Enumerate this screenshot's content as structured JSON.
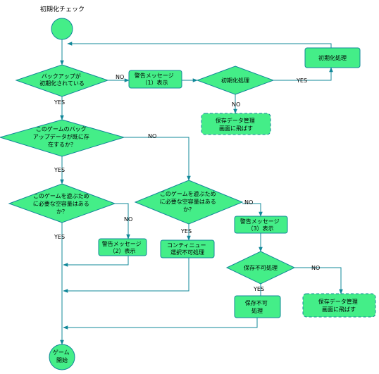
{
  "title": "初期化チェック",
  "colors": {
    "node_fill": "#44ee88",
    "node_stroke": "#118899",
    "arrow": "#118899",
    "text": "#000000",
    "background": "#ffffff"
  },
  "nodes": {
    "start": "",
    "backup_init": [
      "バックアップが",
      "初期化されている"
    ],
    "warn1": [
      "警告メッセージ",
      "（1）表示"
    ],
    "init_decision": "初期化処理",
    "init_process": "初期化処理",
    "save_manage1": [
      "保存データ管理",
      "画面に飛ばす"
    ],
    "game_backup": [
      "このゲームのバック",
      "アップデータが既に存",
      "在するか？"
    ],
    "space_check1": [
      "このゲームを遊ぶため",
      "に必要な空容量はある",
      "か？"
    ],
    "space_check2": [
      "このゲームを遊ぶため",
      "に必要な空容量はある",
      "か？"
    ],
    "warn2": [
      "警告メッセージ",
      "（2）表示"
    ],
    "continue_disable": [
      "コンティニュー",
      "選択不可処理"
    ],
    "warn3": [
      "警告メッセージ",
      "（3）表示"
    ],
    "save_disable_decision": "保存不可処理",
    "save_disable_process": [
      "保存不可",
      "処理"
    ],
    "save_manage2": [
      "保存データ管理",
      "画面に飛ばす"
    ],
    "game_start": [
      "ゲーム",
      "開始"
    ]
  },
  "edge_labels": {
    "no_backup_init": "NO",
    "yes_init_decision": "YES",
    "no_init_decision": "NO",
    "yes_backup_init": "YES",
    "no_game_backup": "NO",
    "yes_game_backup": "YES",
    "no_space_check1": "NO",
    "yes_space_check1": "YES",
    "no_space_check2": "NO",
    "yes_space_check2": "YES",
    "no_save_disable": "NO",
    "yes_save_disable": "YES"
  }
}
